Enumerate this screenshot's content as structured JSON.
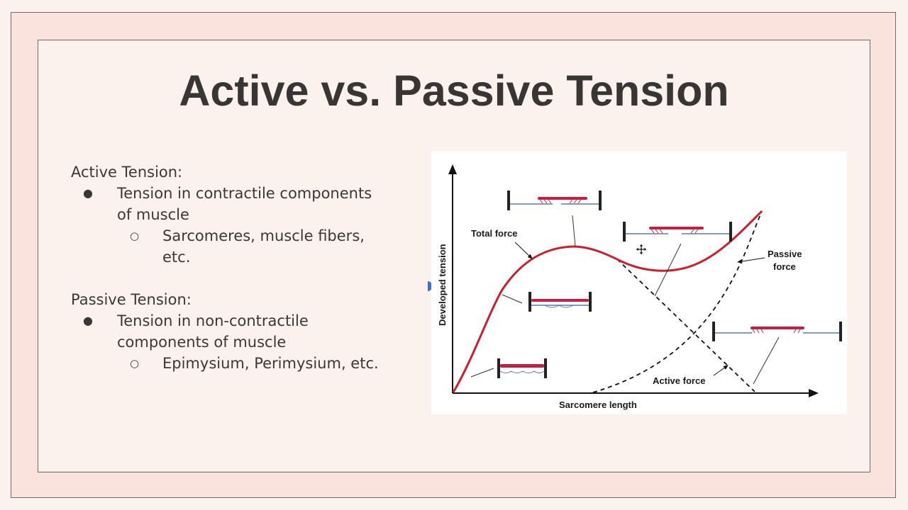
{
  "slide": {
    "title": "Active vs. Passive Tension",
    "sections": [
      {
        "heading": "Active Tension:",
        "bullets": [
          {
            "text_lines": [
              "Tension in contractile components",
              "of muscle"
            ],
            "sub_bullets": [
              {
                "text_lines": [
                  "Sarcomeres, muscle fibers,",
                  "etc."
                ]
              }
            ]
          }
        ]
      },
      {
        "heading": "Passive Tension:",
        "bullets": [
          {
            "text_lines": [
              "Tension in non-contractile",
              "components of muscle"
            ],
            "sub_bullets": [
              {
                "text_lines": [
                  "Epimysium, Perimysium, etc."
                ]
              }
            ]
          }
        ]
      }
    ],
    "bullet_glyph": "●",
    "sub_bullet_glyph": "○",
    "colors": {
      "background": "#fbf2ee",
      "frame": "#f9e3dc",
      "border": "#6f6865",
      "text": "#3a3837",
      "curve_red": "#cc1f2b"
    }
  },
  "diagram": {
    "labels": {
      "total_force": "Total force",
      "passive_force": "Passive",
      "passive_force_2": "force",
      "active_force": "Active force",
      "y_axis": "Developed tension",
      "x_axis": "Sarcomere length"
    },
    "cursor_icon": "move-cursor-icon"
  },
  "chart_data": {
    "type": "line",
    "title": "Length-tension relationship",
    "xlabel": "Sarcomere length",
    "ylabel": "Developed tension",
    "axis_ticks": "none",
    "series": [
      {
        "name": "Total force",
        "style": "solid red",
        "shape": "rises steeply, peaks mid-length, dips, then rises sharply at long lengths"
      },
      {
        "name": "Active force",
        "style": "dashed black",
        "shape": "follows total force up to peak, then declines linearly to zero at long lengths"
      },
      {
        "name": "Passive force",
        "style": "dashed black",
        "shape": "zero at short lengths, rises exponentially beyond optimal length"
      }
    ],
    "annotations": [
      "Sarcomere diagram: overlapping filaments (short length)",
      "Sarcomere diagram: slightly compressed filaments",
      "Sarcomere diagram: optimal overlap (peak)",
      "Sarcomere diagram: reduced overlap",
      "Sarcomere diagram: minimal overlap (long length)"
    ]
  }
}
